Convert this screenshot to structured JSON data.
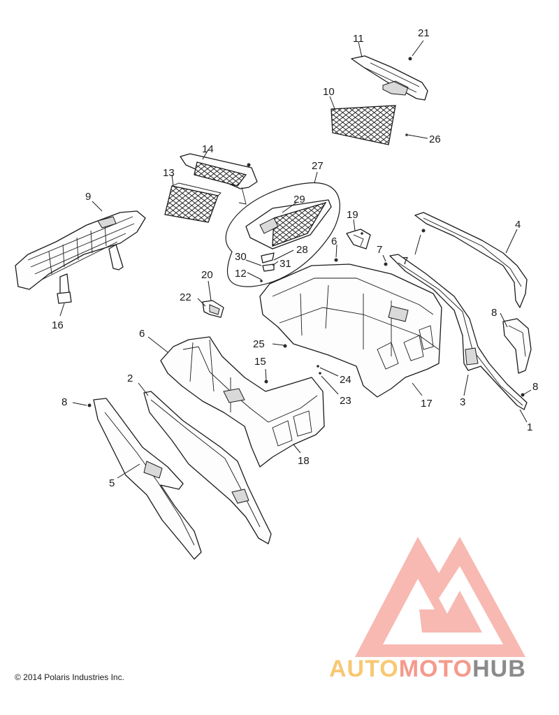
{
  "callouts": [
    "1",
    "2",
    "3",
    "4",
    "5",
    "6",
    "6",
    "7",
    "7",
    "8",
    "8",
    "8",
    "9",
    "10",
    "11",
    "12",
    "13",
    "14",
    "15",
    "16",
    "17",
    "18",
    "19",
    "20",
    "21",
    "22",
    "23",
    "24",
    "25",
    "26",
    "27",
    "28",
    "29",
    "30",
    "31"
  ],
  "copyright": "© 2014 Polaris Industries Inc.",
  "watermark": {
    "brand_part1": "AUTO",
    "brand_part2": "MOTO",
    "brand_part3": "HUB",
    "color_part1": "#f7c873",
    "color_part2": "#f49a8c",
    "color_part3": "#8b8b8b",
    "logo_color": "#f4a298"
  },
  "line_color": "#1a1a1a"
}
